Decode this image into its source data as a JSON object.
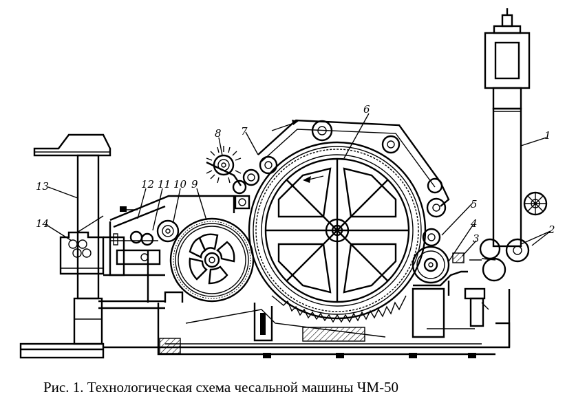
{
  "figure": {
    "caption": "Рис. 1. Технологическая схема чесальной машины ЧМ-50",
    "labels": [
      "1",
      "2",
      "3",
      "4",
      "5",
      "6",
      "7",
      "8",
      "9",
      "10",
      "11",
      "12",
      "13",
      "14"
    ]
  }
}
